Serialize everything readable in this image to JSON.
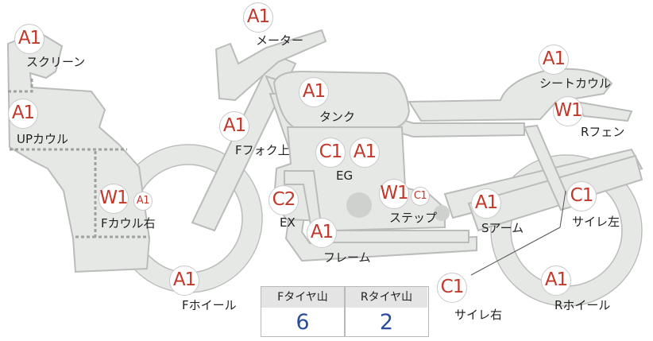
{
  "parts": [
    {
      "id": "screen",
      "label": "スクリーン",
      "badges": [
        "A1"
      ]
    },
    {
      "id": "meter",
      "label": "メーター",
      "badges": [
        "A1"
      ]
    },
    {
      "id": "seat-cowl",
      "label": "シートカウル",
      "badges": [
        "A1"
      ]
    },
    {
      "id": "up-cowl",
      "label": "UPカウル",
      "badges": [
        "A1"
      ]
    },
    {
      "id": "tank",
      "label": "タンク",
      "badges": [
        "A1"
      ]
    },
    {
      "id": "r-fender",
      "label": "Rフェン",
      "badges": [
        "W1"
      ]
    },
    {
      "id": "f-fork-upper",
      "label": "Fフォク上",
      "badges": [
        "A1"
      ]
    },
    {
      "id": "eg",
      "label": "EG",
      "badges": [
        "C1",
        "A1"
      ]
    },
    {
      "id": "f-cowl-right",
      "label": "Fカウル右",
      "badges": [
        "W1",
        "A1"
      ]
    },
    {
      "id": "ex",
      "label": "EX",
      "badges": [
        "C2"
      ]
    },
    {
      "id": "step",
      "label": "ステップ",
      "badges": [
        "W1",
        "C1"
      ]
    },
    {
      "id": "s-arm",
      "label": "Sアーム",
      "badges": [
        "A1"
      ]
    },
    {
      "id": "side-cover-left",
      "label": "サイレ左",
      "badges": [
        "C1"
      ]
    },
    {
      "id": "frame",
      "label": "フレーム",
      "badges": [
        "A1"
      ]
    },
    {
      "id": "f-wheel",
      "label": "Fホイール",
      "badges": [
        "A1"
      ]
    },
    {
      "id": "side-cover-right",
      "label": "サイレ右",
      "badges": [
        "C1"
      ]
    },
    {
      "id": "r-wheel",
      "label": "Rホイール",
      "badges": [
        "A1"
      ]
    }
  ],
  "tread_table": {
    "front_header": "Fタイヤ山",
    "rear_header": "Rタイヤ山",
    "front_value": "6",
    "rear_value": "2"
  }
}
